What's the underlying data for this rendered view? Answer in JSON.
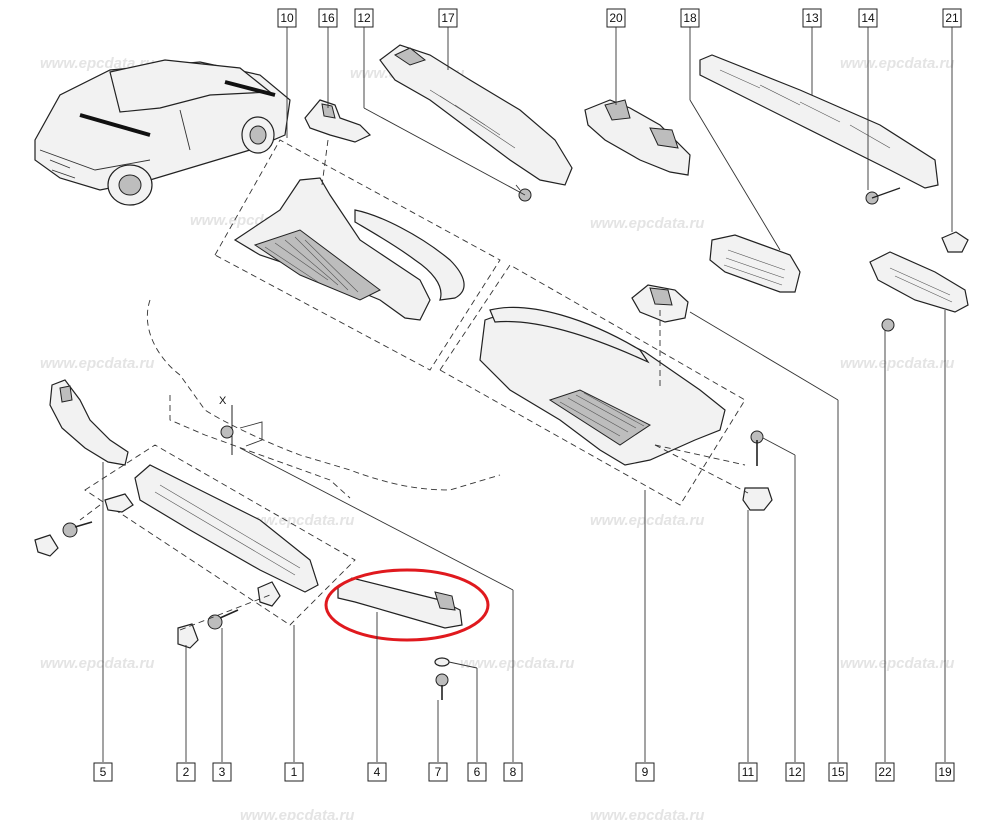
{
  "watermark": "www.epcdata.ru",
  "axis_marker": "X",
  "highlight_color": "#e0191e",
  "callouts_top": [
    "10",
    "16",
    "12",
    "17",
    "20",
    "18",
    "13",
    "14",
    "21"
  ],
  "callouts_bottom": [
    "5",
    "2",
    "3",
    "1",
    "4",
    "7",
    "6",
    "8",
    "9",
    "11",
    "12",
    "15",
    "22",
    "19"
  ]
}
